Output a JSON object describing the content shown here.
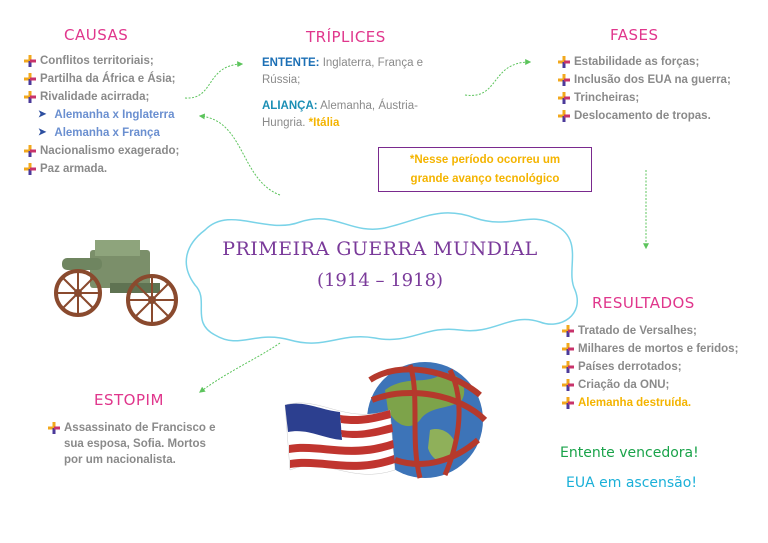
{
  "causas": {
    "heading": "CAUSAS",
    "items": [
      {
        "text": "Conflitos territoriais;",
        "type": "main"
      },
      {
        "text": "Partilha da África e Ásia;",
        "type": "main"
      },
      {
        "text": "Rivalidade acirrada;",
        "type": "main"
      },
      {
        "text": "Alemanha x Inglaterra",
        "type": "sub"
      },
      {
        "text": "Alemanha x França",
        "type": "sub"
      },
      {
        "text": "Nacionalismo exagerado;",
        "type": "main"
      },
      {
        "text": "Paz armada.",
        "type": "main"
      }
    ]
  },
  "triplices": {
    "heading": "TRÍPLICES",
    "entente_lead": "ENTENTE:",
    "entente_line1": " Inglaterra, França e",
    "entente_line2": "Rússia;",
    "alianca_lead": "ALIANÇA:",
    "alianca_line1": " Alemanha, Áustria-",
    "alianca_line2": "Hungria. ",
    "alianca_extra": "*Itália"
  },
  "fases": {
    "heading": "FASES",
    "items": [
      "Estabilidade as forças;",
      "Inclusão dos EUA na guerra;",
      "Trincheiras;",
      "Deslocamento de tropas."
    ]
  },
  "note": {
    "line1": "*Nesse período ocorreu um",
    "line2": "grande avanço tecnológico"
  },
  "center": {
    "title": "PRIMEIRA GUERRA MUNDIAL",
    "years": "(1914 – 1918)"
  },
  "resultados": {
    "heading": "RESULTADOS",
    "items": [
      {
        "text": "Tratado de Versalhes;",
        "highlight": false
      },
      {
        "text": "Milhares de mortos e feridos;",
        "highlight": false
      },
      {
        "text": "Países derrotados;",
        "highlight": false
      },
      {
        "text": "Criação da ONU;",
        "highlight": false
      },
      {
        "text": "Alemanha destruída.",
        "highlight": true
      }
    ],
    "entente": "Entente vencedora!",
    "eua": "EUA em ascensão!"
  },
  "estopim": {
    "heading": "ESTOPIM",
    "line1": "Assassinato de Francisco e",
    "line2": "sua esposa, Sofia. Mortos",
    "line3": "por um nacionalista."
  },
  "colors": {
    "heading": "#e0368c",
    "title": "#7a3a9a",
    "cloud": "#7ad3e8",
    "arrow": "#5cc45c",
    "green_text": "#1aa34a",
    "cyan_text": "#1bb0d8",
    "highlight": "#f4b400"
  }
}
